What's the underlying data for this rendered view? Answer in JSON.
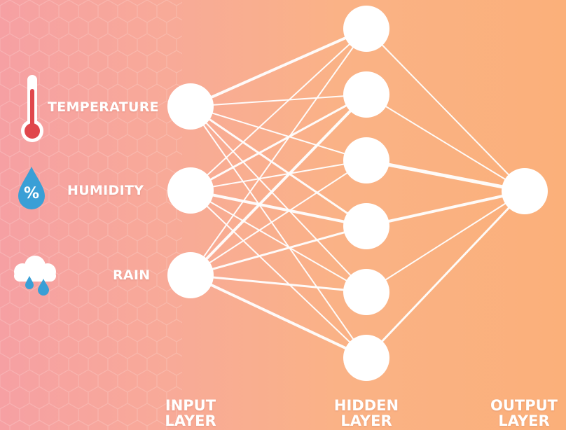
{
  "features": [
    {
      "label": "TEMPERATURE",
      "icon": "thermometer-icon"
    },
    {
      "label": "HUMIDITY",
      "icon": "humidity-drop-icon"
    },
    {
      "label": "RAIN",
      "icon": "rain-cloud-icon"
    }
  ],
  "layers": [
    {
      "line1": "INPUT",
      "line2": "LAYER",
      "nodes": 3
    },
    {
      "line1": "HIDDEN",
      "line2": "LAYER",
      "nodes": 6
    },
    {
      "line1": "OUTPUT",
      "line2": "LAYER",
      "nodes": 1
    }
  ],
  "humidity_symbol": "%",
  "colors": {
    "node": "#ffffff",
    "edge": "#ffffff",
    "icon_blue": "#3a9fd6",
    "thermometer_red": "#e0474c"
  }
}
